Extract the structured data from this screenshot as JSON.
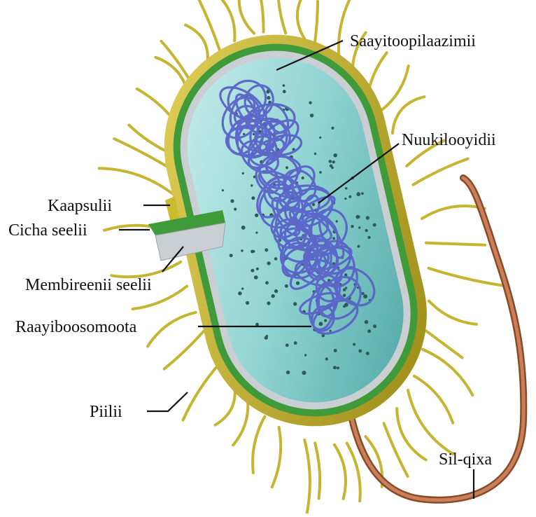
{
  "labels": {
    "cytoplasm": "Saayitoopilaazimii",
    "nucleoid": "Nuukilooyidii",
    "capsule": "Kaapsulii",
    "cell_wall": "Cicha seelii",
    "cell_membrane": "Membireenii seelii",
    "ribosomes": "Raayiboosomoota",
    "pili": "Piilii",
    "flagellum": "Sil-qixa"
  },
  "colors": {
    "capsule": "#cdbb2e",
    "cell_wall": "#3f9b3a",
    "membrane": "#c9cfd3",
    "cytoplasm": "#8fd3d2",
    "nucleoid": "#5a63c9",
    "ribosome": "#2f5a57",
    "pili": "#c6b531",
    "flagellum": "#b8683d"
  },
  "icons": [
    "bacterium-illustration"
  ]
}
